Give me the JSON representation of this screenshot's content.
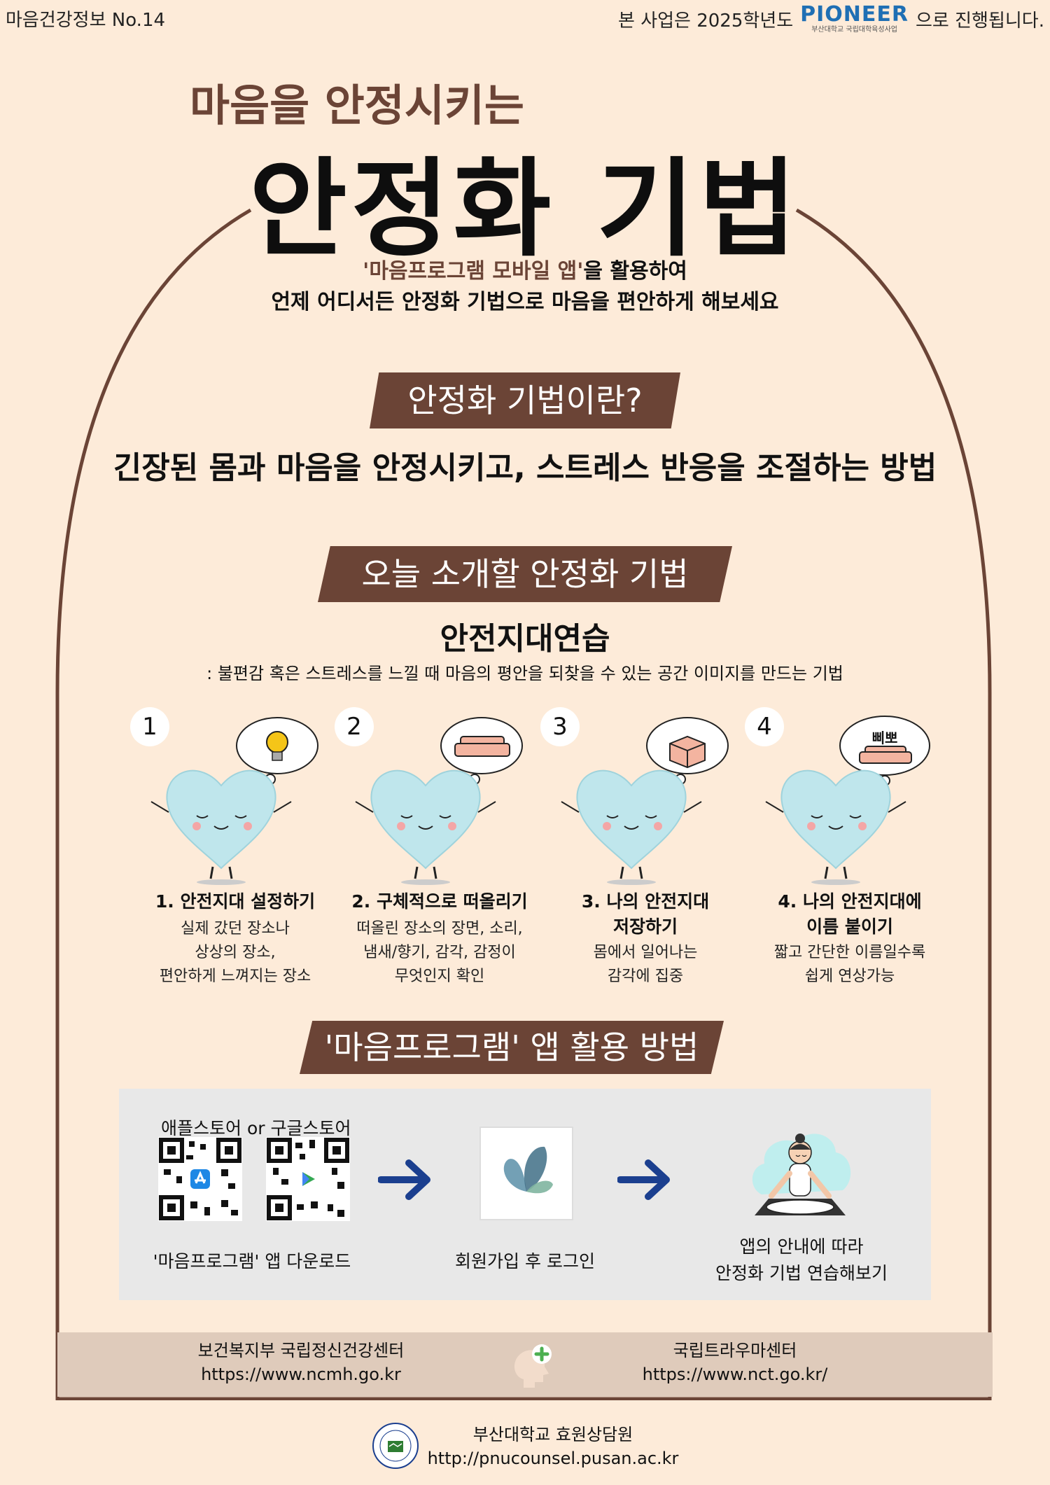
{
  "header": {
    "issue_label": "마음건강정보 No.14",
    "sponsor_prefix": "본 사업은 2025학년도",
    "sponsor_logo_text": "PIONEER",
    "sponsor_logo_sub": "부산대학교 국립대학육성사업",
    "sponsor_suffix": "으로 진행됩니다."
  },
  "hero": {
    "subtitle": "마음을 안정시키는",
    "title": "안정화 기법",
    "intro_highlight": "'마음프로그램 모바일 앱'",
    "intro_line1_rest": "을 활용하여",
    "intro_line2": "언제 어디서든 안정화 기법으로 마음을 편안하게 해보세요"
  },
  "section_what": {
    "banner": "안정화 기법이란?",
    "definition": "긴장된 몸과 마음을 안정시키고, 스트레스 반응을 조절하는 방법"
  },
  "section_today": {
    "banner": "오늘 소개할 안정화 기법",
    "technique_name": "안전지대연습",
    "technique_desc": ": 불편감 혹은 스트레스를 느낄 때 마음의 평안을 되찾을 수 있는 공간 이미지를 만드는 기법",
    "steps": [
      {
        "num": "1",
        "bubble": "",
        "title": "1. 안전지대 설정하기",
        "title2": "",
        "body": [
          "실제 갔던 장소나",
          "상상의 장소,",
          "편안하게 느껴지는 장소"
        ]
      },
      {
        "num": "2",
        "bubble": "",
        "title": "2. 구체적으로 떠올리기",
        "title2": "",
        "body": [
          "떠올린 장소의 장면, 소리,",
          "냄새/향기, 감각, 감정이",
          "무엇인지 확인"
        ]
      },
      {
        "num": "3",
        "bubble": "",
        "title": "3. 나의 안전지대",
        "title2": "저장하기",
        "body": [
          "몸에서 일어나는",
          "감각에 집중"
        ]
      },
      {
        "num": "4",
        "bubble": "삐뽀",
        "title": "4. 나의 안전지대에",
        "title2": "이름 붙이기",
        "body": [
          "짧고 간단한 이름일수록",
          "쉽게 연상가능"
        ]
      }
    ]
  },
  "section_app": {
    "banner": "'마음프로그램' 앱 활용 방법",
    "store_label": "애플스토어 or 구글스토어",
    "step1_caption": "'마음프로그램' 앱 다운로드",
    "step2_caption": "회원가입 후 로그인",
    "step3_caption_line1": "앱의 안내에 따라",
    "step3_caption_line2": "안정화 기법 연습해보기"
  },
  "footer": {
    "left_name": "보건복지부 국립정신건강센터",
    "left_url": "https://www.ncmh.go.kr",
    "right_name": "국립트라우마센터",
    "right_url": "https://www.nct.go.kr/",
    "org_name": "부산대학교 효원상담원",
    "org_url": "http://pnucounsel.pusan.ac.kr"
  },
  "colors": {
    "brown": "#6b4436",
    "background": "#fdebd9",
    "heart": "#bfe6ec",
    "arrow": "#1b3f8f",
    "footer_band": "#dfcbbb"
  }
}
